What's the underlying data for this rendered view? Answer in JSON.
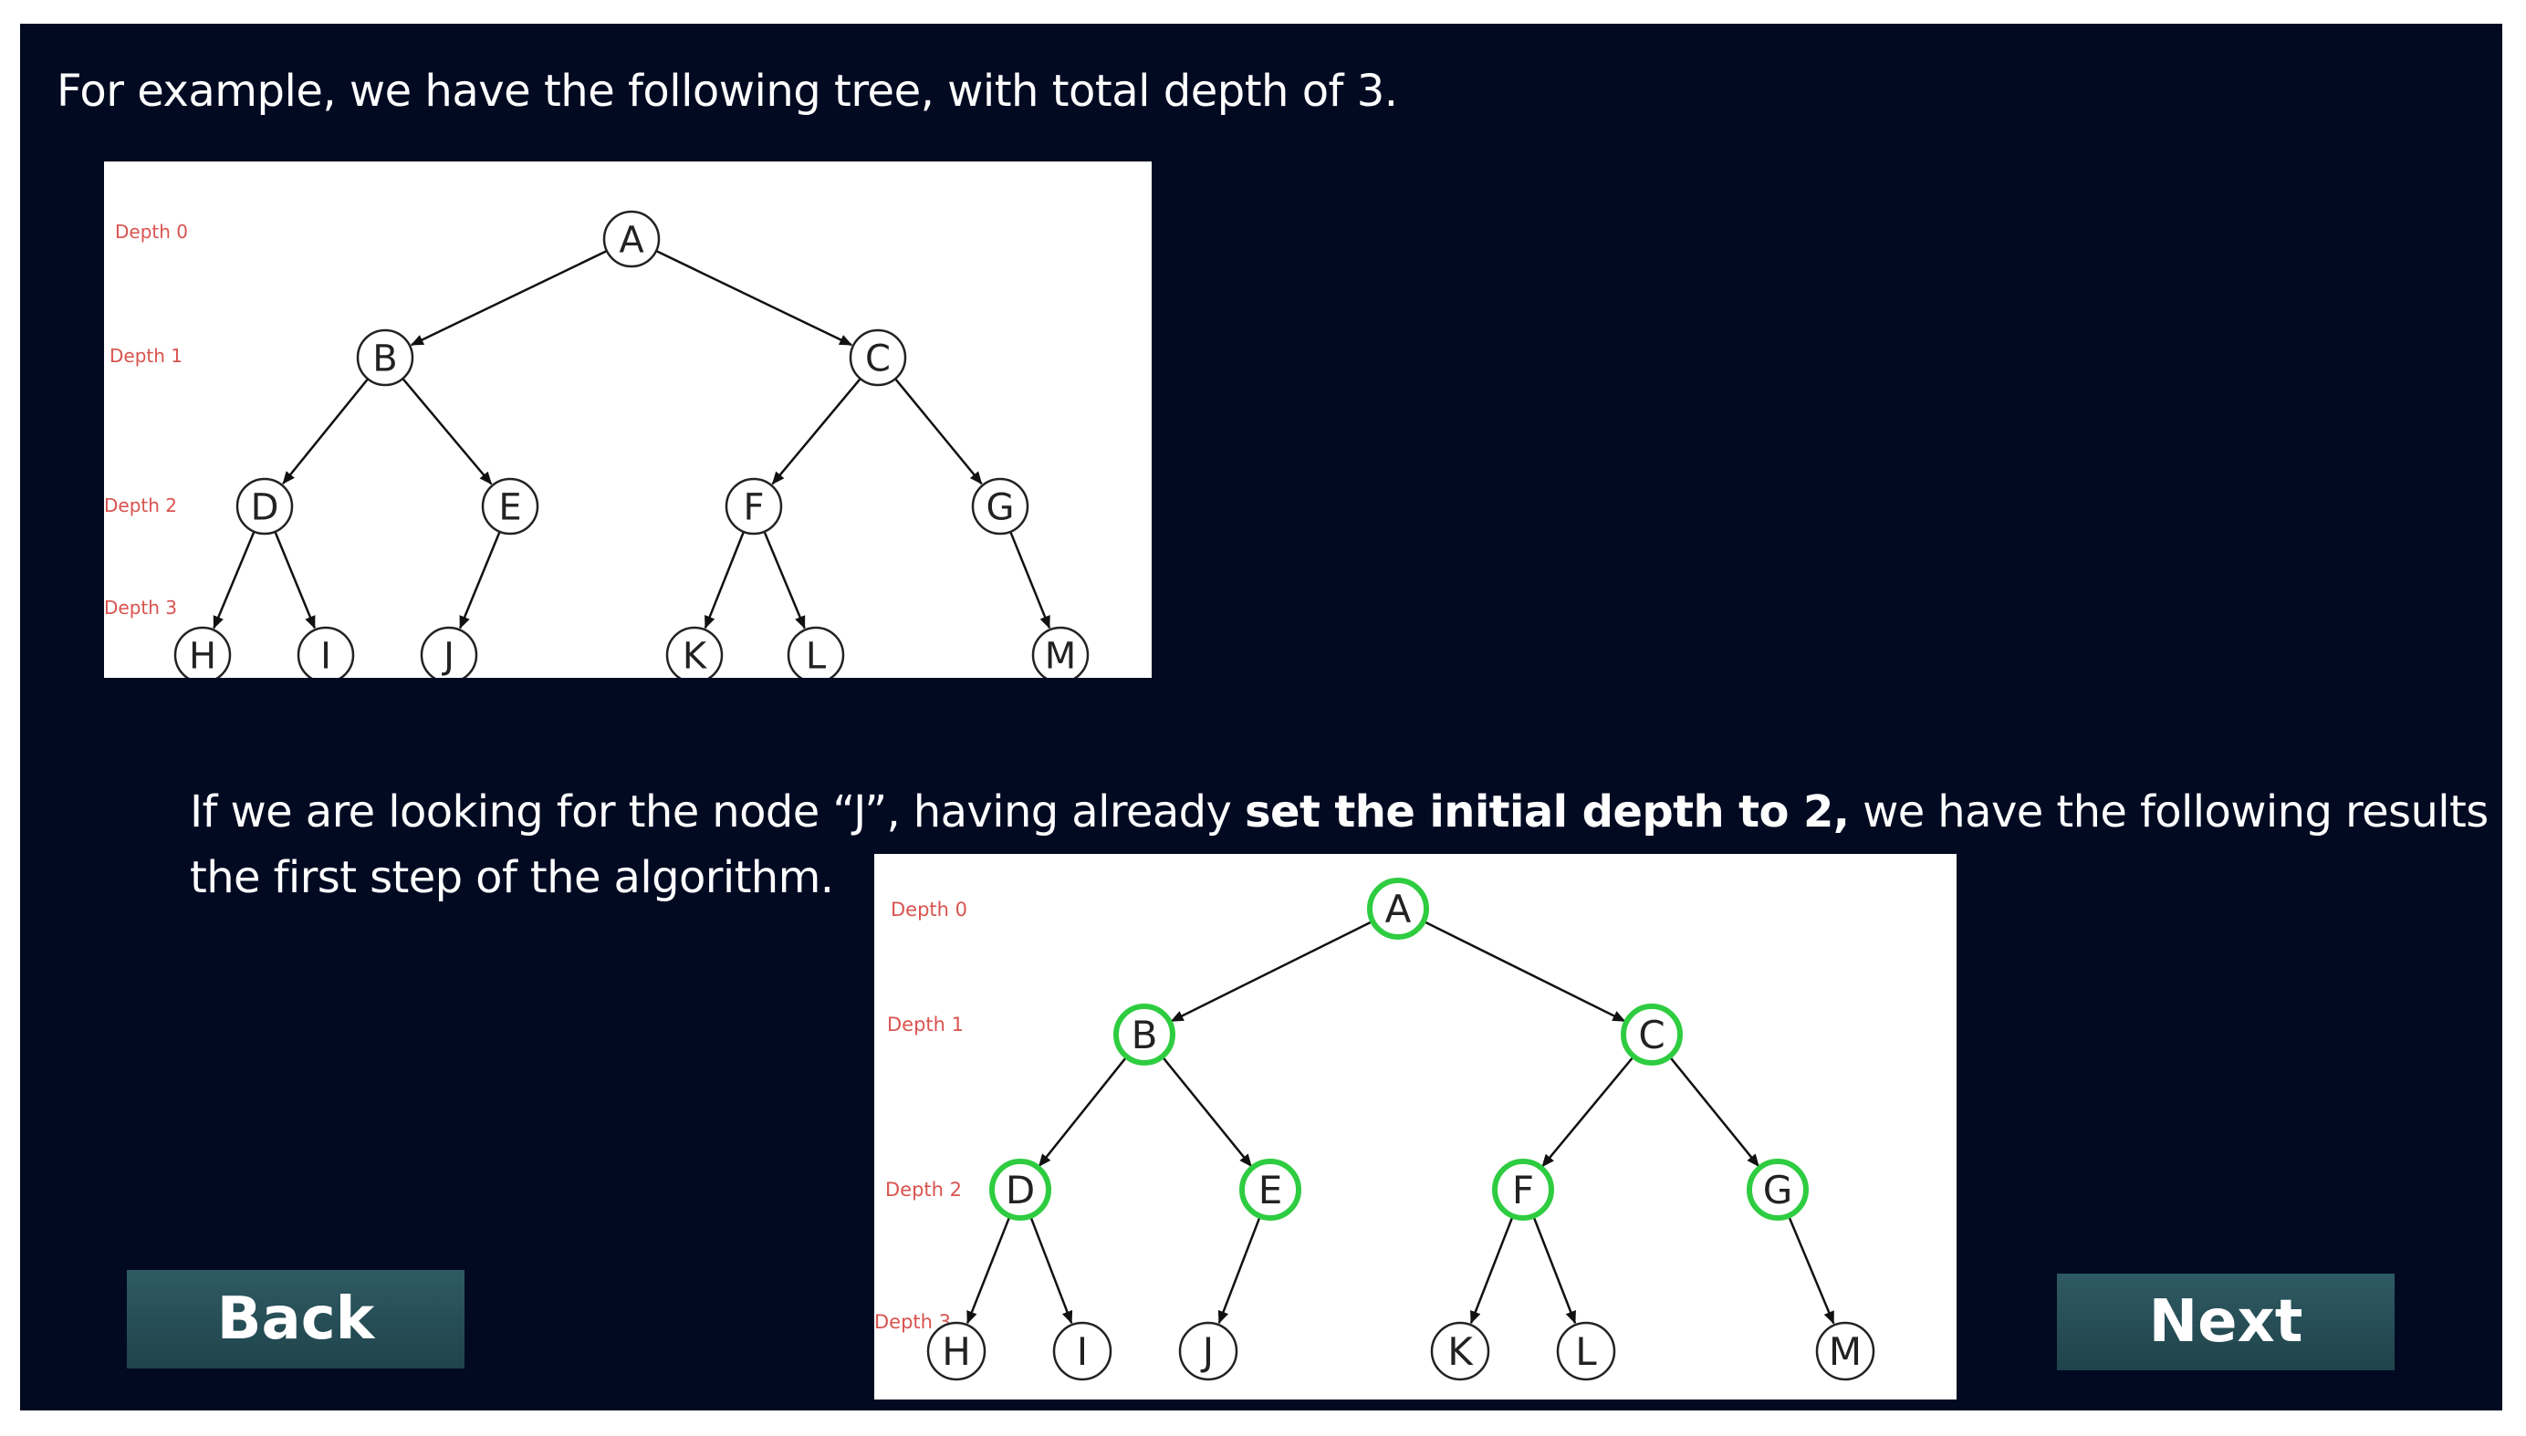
{
  "intro_text": "For example, we have the following tree, with total depth of 3.",
  "paragraph": {
    "part1": "If we are looking for the node “J”, having already ",
    "bold": "set the initial depth to 2,",
    "part2": " we have the following results for",
    "line2": "the first step of the algorithm."
  },
  "tree": {
    "depth_labels": [
      "Depth 0",
      "Depth 1",
      "Depth 2",
      "Depth 3"
    ],
    "nodes": [
      "A",
      "B",
      "C",
      "D",
      "E",
      "F",
      "G",
      "H",
      "I",
      "J",
      "K",
      "L",
      "M"
    ],
    "edges": [
      [
        "A",
        "B"
      ],
      [
        "A",
        "C"
      ],
      [
        "B",
        "D"
      ],
      [
        "B",
        "E"
      ],
      [
        "C",
        "F"
      ],
      [
        "C",
        "G"
      ],
      [
        "D",
        "H"
      ],
      [
        "D",
        "I"
      ],
      [
        "E",
        "J"
      ],
      [
        "F",
        "K"
      ],
      [
        "F",
        "L"
      ],
      [
        "G",
        "M"
      ]
    ]
  },
  "highlighted_nodes": [
    "A",
    "B",
    "C",
    "D",
    "E",
    "F",
    "G"
  ],
  "colors": {
    "background": "#020a22",
    "depth_label": "#d9534f",
    "highlight": "#2ecc40",
    "button": "#28505a"
  },
  "buttons": {
    "back": "Back",
    "next": "Next"
  }
}
